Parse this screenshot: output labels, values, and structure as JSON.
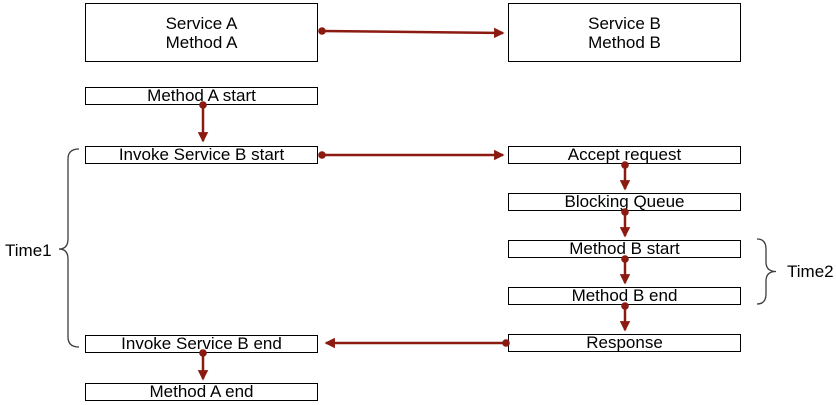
{
  "diagram": {
    "type": "flow-diagram",
    "nodes": {
      "service_a": {
        "line1": "Service A",
        "line2": "Method A"
      },
      "service_b": {
        "line1": "Service B",
        "line2": "Method B"
      },
      "method_a_start": {
        "label": "Method A start"
      },
      "invoke_service_b_start": {
        "label": "Invoke Service B start"
      },
      "accept_request": {
        "label": "Accept request"
      },
      "blocking_queue": {
        "label": "Blocking Queue"
      },
      "method_b_start": {
        "label": "Method B start"
      },
      "method_b_end": {
        "label": "Method B end"
      },
      "response": {
        "label": "Response"
      },
      "invoke_service_b_end": {
        "label": "Invoke Service B end"
      },
      "method_a_end": {
        "label": "Method A end"
      }
    },
    "braces": {
      "time1": {
        "label": "Time1",
        "spans_from": "Invoke Service B start",
        "spans_to": "Invoke Service B end",
        "side": "left"
      },
      "time2": {
        "label": "Time2",
        "spans_from": "Method B start",
        "spans_to": "Method B end",
        "side": "right"
      }
    },
    "edges": [
      {
        "from": "Service A / Method A",
        "to": "Service B / Method B"
      },
      {
        "from": "Method A start",
        "to": "Invoke Service B start"
      },
      {
        "from": "Invoke Service B start",
        "to": "Accept request"
      },
      {
        "from": "Accept request",
        "to": "Blocking Queue"
      },
      {
        "from": "Blocking Queue",
        "to": "Method B start"
      },
      {
        "from": "Method B start",
        "to": "Method B end"
      },
      {
        "from": "Method B end",
        "to": "Response"
      },
      {
        "from": "Response",
        "to": "Invoke Service B end"
      },
      {
        "from": "Invoke Service B end",
        "to": "Method A end"
      }
    ],
    "colors": {
      "arrow": "#8B1A11",
      "box_border": "#000000",
      "box_fill": "#FFFFFF",
      "brace": "#3C3C3C",
      "text": "#000000",
      "background": "#FFFFFF"
    }
  }
}
